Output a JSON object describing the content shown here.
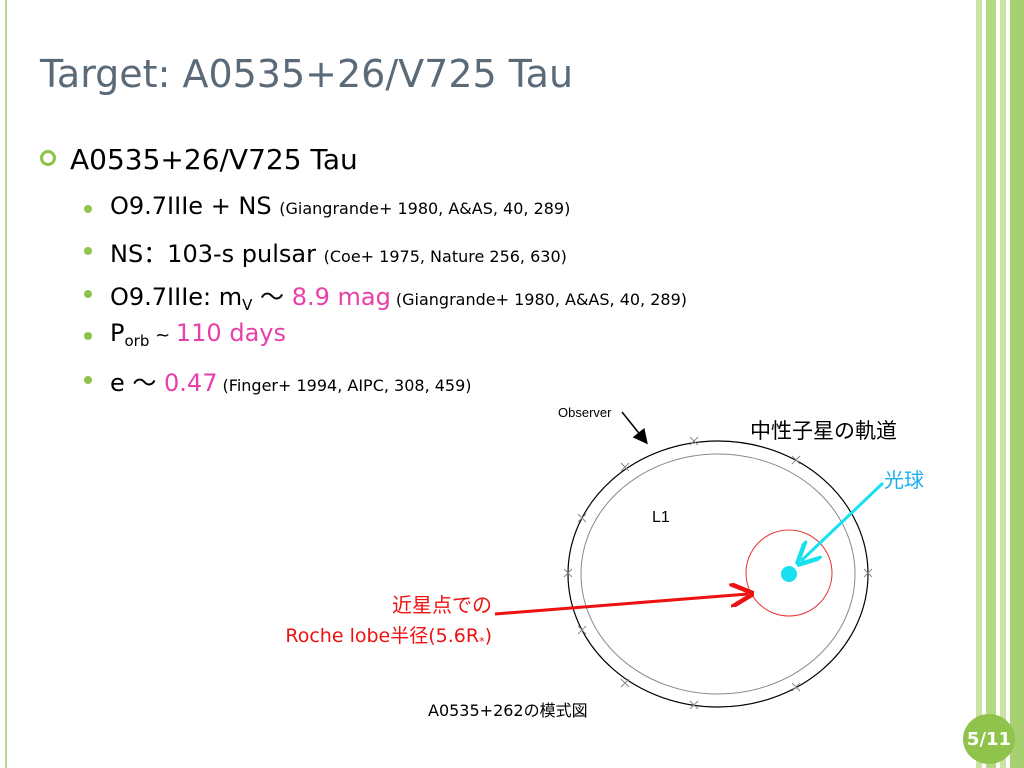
{
  "slide": {
    "title": "Target: A0535+26/V725 Tau",
    "page": "5/11"
  },
  "bullets": {
    "main": "A0535+26/V725 Tau",
    "items": [
      {
        "text": "O9.7IIIe + NS ",
        "ref": "(Giangrande+ 1980, A&AS, 40, 289)"
      },
      {
        "text_a": "NS：103-s pulsar ",
        "ref": "(Coe+ 1975, Nature 256, 630)"
      },
      {
        "text_a": "O9.7IIIe: m",
        "sub": "V",
        "text_b": " ～ ",
        "highlight": "8.9 mag",
        "ref": " (Giangrande+ 1980, A&AS, 40, 289)"
      },
      {
        "text_a": "P",
        "sub": "orb",
        "text_b": " ~ ",
        "highlight": "110 days"
      },
      {
        "text_a": "e ～ ",
        "highlight": "0.47",
        "ref": " (Finger+ 1994, AIPC, 308, 459)"
      }
    ]
  },
  "diagram": {
    "observer_label": "Observer",
    "orbit_label": "中性子星の軌道",
    "star_label": "光球",
    "l1_label": "L1",
    "roche_label_line1": "近星点での",
    "roche_label_line2_a": "Roche lobe半径(5.6R",
    "roche_label_line2_sub": "*",
    "roche_label_line2_b": ")",
    "caption": "A0535+262の模式図",
    "colors": {
      "star": "#19e0f0",
      "roche": "#e8322f",
      "arrow_red": "#ee1111",
      "arrow_cyan": "#19e0f0"
    }
  }
}
